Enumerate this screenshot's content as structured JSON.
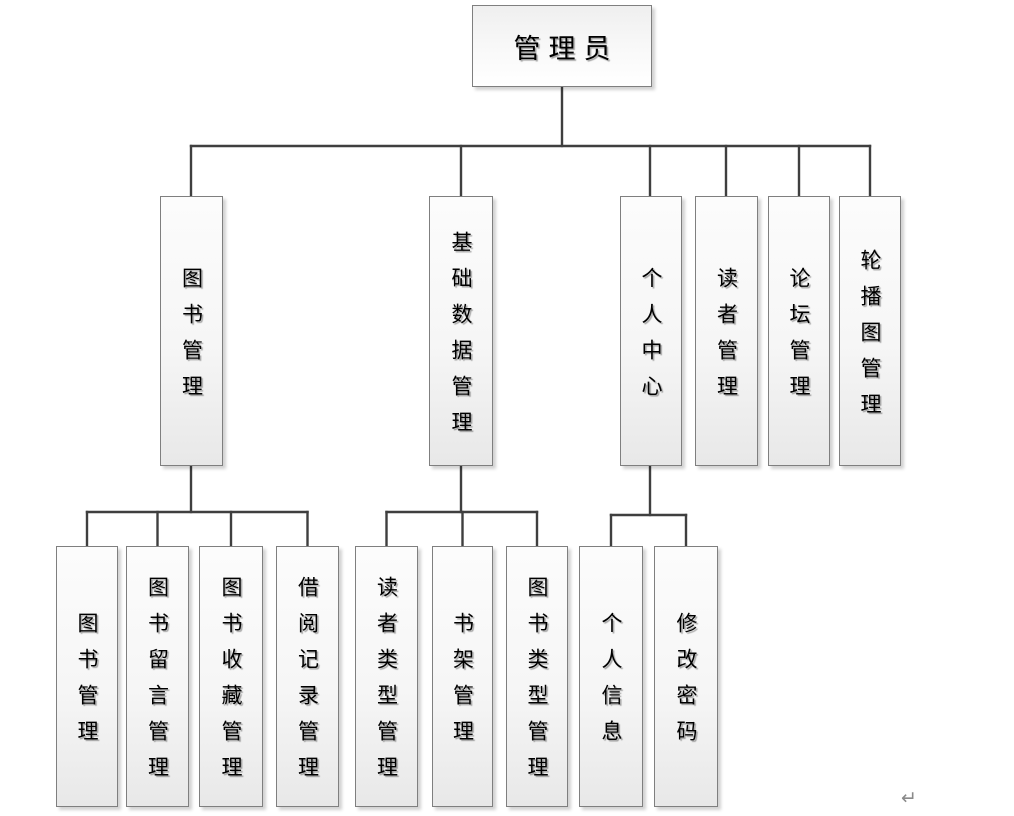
{
  "org_chart": {
    "root": {
      "label": "管理员"
    },
    "branches": [
      {
        "label": "图书管理",
        "children": [
          {
            "label": "图书管理"
          },
          {
            "label": "图书留言管理"
          },
          {
            "label": "图书收藏管理"
          },
          {
            "label": "借阅记录管理"
          }
        ]
      },
      {
        "label": "基础数据管理",
        "children": [
          {
            "label": "读者类型管理"
          },
          {
            "label": "书架管理"
          },
          {
            "label": "图书类型管理"
          }
        ]
      },
      {
        "label": "个人中心",
        "children": [
          {
            "label": "个人信息"
          },
          {
            "label": "修改密码"
          }
        ]
      },
      {
        "label": "读者管理",
        "children": []
      },
      {
        "label": "论坛管理",
        "children": []
      },
      {
        "label": "轮播图管理",
        "children": []
      }
    ],
    "paragraph_mark": "↵",
    "colors": {
      "connector": "#3f3f3f",
      "box_border": "#7f7f7f",
      "box_fill_top": "#fcfcfc",
      "box_fill_bottom": "#e8e8e8",
      "text": "#000000",
      "paragraph_mark": "#8a8a8a"
    }
  }
}
